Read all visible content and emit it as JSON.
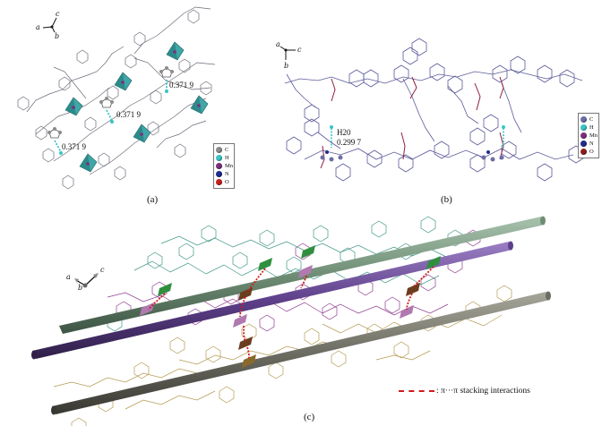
{
  "panels": [
    {
      "id": "a",
      "label": "(a)",
      "axes": {
        "a": "a",
        "b": "b",
        "c": "c"
      },
      "distances": [
        "0.371 9",
        "0.371 9",
        "0.371 9"
      ]
    },
    {
      "id": "b",
      "label": "(b)",
      "axes": {
        "a": "a",
        "b": "b",
        "c": "c"
      },
      "atom_label": "H20",
      "distance": "0.299 7"
    },
    {
      "id": "c",
      "label": "(c)",
      "axes": {
        "a": "a",
        "b": "b",
        "c": "c"
      },
      "stacking_legend": ": π···π stacking interactions"
    }
  ],
  "legend_a": [
    {
      "name": "C",
      "color": "#8c8c8c"
    },
    {
      "name": "H",
      "color": "#39c5c5"
    },
    {
      "name": "Mn",
      "color": "#7b2f7b"
    },
    {
      "name": "N",
      "color": "#1f2d8f"
    },
    {
      "name": "O",
      "color": "#c81e1e"
    }
  ],
  "legend_b": [
    {
      "name": "C",
      "color": "#6d6da6"
    },
    {
      "name": "H",
      "color": "#39c5c5"
    },
    {
      "name": "Mn",
      "color": "#7b2f7b"
    },
    {
      "name": "N",
      "color": "#1f2d8f"
    },
    {
      "name": "O",
      "color": "#8f1f1f"
    }
  ],
  "colors": {
    "rod_top": "#6f8d75",
    "rod_middle": "#5e3f8a",
    "rod_bottom": "#6c6c62",
    "wire_green": "#3f9686",
    "wire_purple": "#8e3c8e",
    "wire_gold": "#b39a52",
    "polyhedron": "#3fa7a7",
    "stacking": "#d21a1a"
  }
}
